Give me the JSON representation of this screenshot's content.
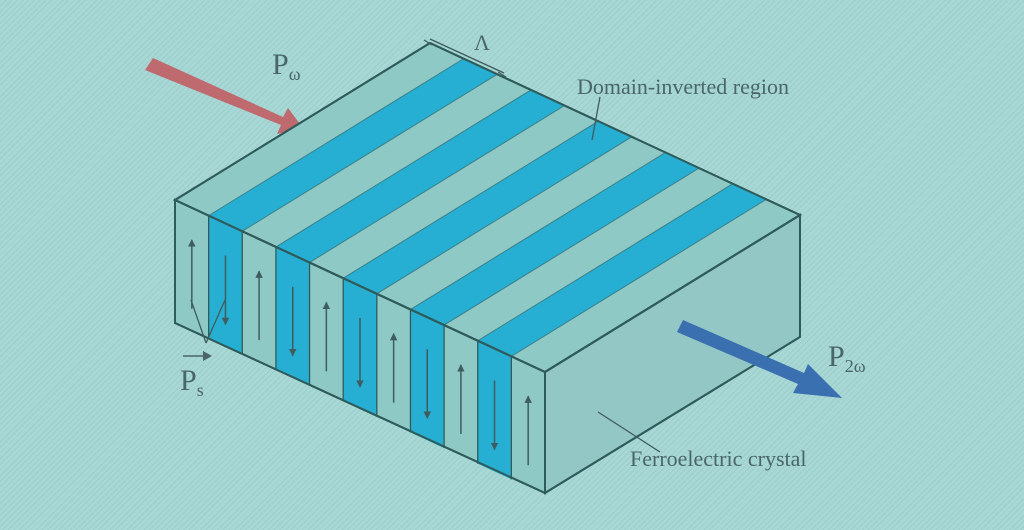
{
  "labels": {
    "input_beam": "P",
    "input_beam_sub": "ω",
    "period": "Λ",
    "domain_region": "Domain-inverted region",
    "output_beam": "P",
    "output_beam_sub": "2ω",
    "polarization": "P",
    "polarization_sub": "s",
    "crystal": "Ferroelectric crystal"
  },
  "domain_directions": [
    "up",
    "down",
    "up",
    "down",
    "up",
    "down",
    "up",
    "down",
    "up",
    "down",
    "up"
  ],
  "colors": {
    "background": "#a7d8d5",
    "crystal_face": "#8ec9c6",
    "crystal_side": "#93c7c5",
    "inverted_domain": "#26aed3",
    "outline": "#2f5b5a",
    "input_arrow": "#bf6a6e",
    "output_arrow": "#3a6fb0"
  }
}
